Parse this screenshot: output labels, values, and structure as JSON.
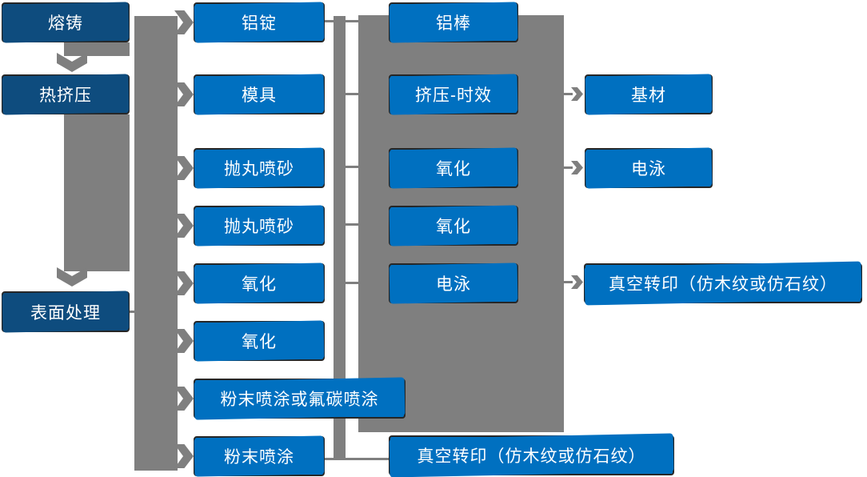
{
  "colors": {
    "process_blue": "#0070C0",
    "stage_blue": "#0E4C7E",
    "connector_gray": "#7F7F7F",
    "text_white": "#FFFFFF",
    "box_border": "#262626",
    "canvas_bg": "#FFFFFF"
  },
  "stages": [
    {
      "label": "熔铸"
    },
    {
      "label": "热挤压"
    },
    {
      "label": "表面处理"
    }
  ],
  "col2": [
    "铝锭",
    "模具",
    "抛丸喷砂",
    "抛丸喷砂",
    "氧化",
    "氧化",
    "粉末喷涂或氟碳喷涂",
    "粉末喷涂"
  ],
  "col3": [
    "铝棒",
    "挤压-时效",
    "氧化",
    "氧化",
    "电泳"
  ],
  "col4": [
    "基材",
    "电泳",
    "真空转印（仿木纹或仿石纹）",
    "真空转印（仿木纹或仿石纹）"
  ]
}
